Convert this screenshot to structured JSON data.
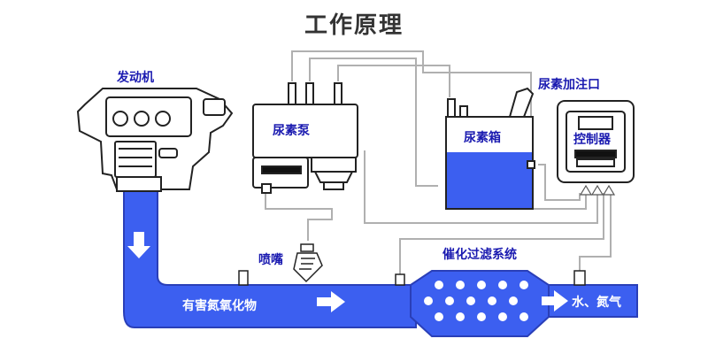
{
  "title": "工作原理",
  "labels": {
    "engine": "发动机",
    "urea_pump": "尿素泵",
    "urea_tank": "尿素箱",
    "urea_inlet": "尿素加注口",
    "controller": "控制器",
    "nozzle": "喷嘴",
    "catalytic_filter": "催化过滤系统",
    "harmful_gas": "有害氮氧化物",
    "output": "水、氮气"
  },
  "colors": {
    "pipe_blue": "#3c5ff0",
    "pipe_dark": "#2a3fb8",
    "label_blue": "#1a1ab0",
    "outline": "#222222",
    "wire": "#b0b0b0",
    "urea_fill": "#3c5ff0"
  }
}
